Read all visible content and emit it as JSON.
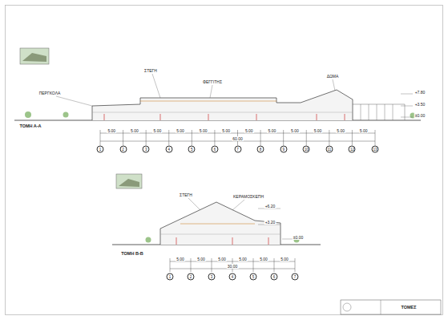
{
  "diagram": {
    "nodes": [
      {
        "text": [
          "1"
        ]
      },
      {
        "text": [
          "2"
        ]
      },
      {
        "text": [
          "3"
        ]
      },
      {
        "text": [
          "4"
        ]
      },
      {
        "text": [
          "5"
        ]
      },
      {
        "text": [
          "6"
        ]
      },
      {
        "text": [
          "7"
        ]
      },
      {
        "text": [
          "8"
        ]
      },
      {
        "text": [
          "9"
        ]
      },
      {
        "text": [
          "10"
        ]
      },
      {
        "text": [
          "11"
        ]
      },
      {
        "text": [
          "12"
        ]
      },
      {
        "text": [
          "13"
        ]
      },
      {
        "text": [
          "1"
        ]
      },
      {
        "text": [
          "2"
        ]
      },
      {
        "text": [
          "3"
        ]
      },
      {
        "text": [
          "4"
        ]
      },
      {
        "text": [
          "5"
        ]
      },
      {
        "text": [
          "6"
        ]
      },
      {
        "text": [
          "7"
        ]
      }
    ],
    "labels": [
      "ΤΟΜΗ Α-Α",
      "ΤΟΜΗ Β-Β",
      "5.00",
      "5.00",
      "5.00",
      "5.00",
      "5.00",
      "5.00",
      "5.00",
      "5.00",
      "5.00",
      "5.00",
      "5.00",
      "5.00",
      "60.00",
      "5.00",
      "5.00",
      "5.00",
      "5.00",
      "5.00",
      "5.00",
      "30.00",
      "+7.80",
      "+3.50",
      "±0.00",
      "+6.20",
      "+3.20",
      "±0.00",
      "ΣΤΕΓΗ",
      "ΦΕΓΓΙΤΗΣ",
      "ΠΕΡΓΚΟΛΑ",
      "ΔΩΜΑ",
      "ΣΤΕΓΗ",
      "ΚΕΡΑΜΟΣΚΕΠΗ",
      "ΤΟΜΕΣ"
    ]
  }
}
